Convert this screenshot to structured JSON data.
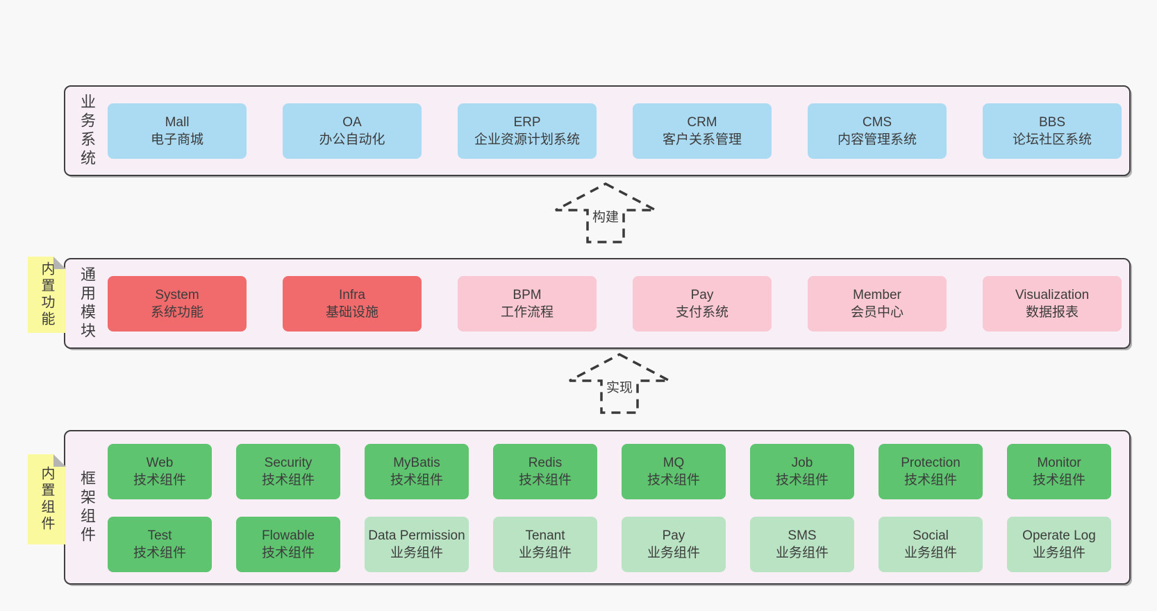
{
  "colors": {
    "page_bg": "#f8f8f8",
    "layer_bg": "#f8eef6",
    "layer_border": "#3f3f3f",
    "text": "#3c3c3c",
    "blue": "#abdbf3",
    "red": "#f16b6d",
    "pink": "#f9c8d2",
    "green": "#5ec46f",
    "light_green": "#b9e3c3",
    "sticky_yellow": "#fbf99e",
    "fold_gray": "#b4b4b4",
    "arrow_stroke": "#3a3a3a"
  },
  "arrows": [
    {
      "label": "构建"
    },
    {
      "label": "实现"
    }
  ],
  "layers": {
    "business": {
      "label": "业务系统",
      "boxes": [
        {
          "name": "Mall",
          "desc": "电子商城"
        },
        {
          "name": "OA",
          "desc": "办公自动化"
        },
        {
          "name": "ERP",
          "desc": "企业资源计划系统"
        },
        {
          "name": "CRM",
          "desc": "客户关系管理"
        },
        {
          "name": "CMS",
          "desc": "内容管理系统"
        },
        {
          "name": "BBS",
          "desc": "论坛社区系统"
        }
      ]
    },
    "modules": {
      "label": "通用模块",
      "sticky": "内置功能",
      "boxes": [
        {
          "name": "System",
          "desc": "系统功能",
          "variant": "red"
        },
        {
          "name": "Infra",
          "desc": "基础设施",
          "variant": "red"
        },
        {
          "name": "BPM",
          "desc": "工作流程",
          "variant": "pink"
        },
        {
          "name": "Pay",
          "desc": "支付系统",
          "variant": "pink"
        },
        {
          "name": "Member",
          "desc": "会员中心",
          "variant": "pink"
        },
        {
          "name": "Visualization",
          "desc": "数据报表",
          "variant": "pink"
        }
      ]
    },
    "components": {
      "label": "框架组件",
      "sticky": "内置组件",
      "row1": [
        {
          "name": "Web",
          "desc": "技术组件",
          "variant": "green"
        },
        {
          "name": "Security",
          "desc": "技术组件",
          "variant": "green"
        },
        {
          "name": "MyBatis",
          "desc": "技术组件",
          "variant": "green"
        },
        {
          "name": "Redis",
          "desc": "技术组件",
          "variant": "green"
        },
        {
          "name": "MQ",
          "desc": "技术组件",
          "variant": "green"
        },
        {
          "name": "Job",
          "desc": "技术组件",
          "variant": "green"
        },
        {
          "name": "Protection",
          "desc": "技术组件",
          "variant": "green"
        },
        {
          "name": "Monitor",
          "desc": "技术组件",
          "variant": "green"
        }
      ],
      "row2": [
        {
          "name": "Test",
          "desc": "技术组件",
          "variant": "green"
        },
        {
          "name": "Flowable",
          "desc": "技术组件",
          "variant": "green"
        },
        {
          "name": "Data Permission",
          "desc": "业务组件",
          "variant": "lightgreen"
        },
        {
          "name": "Tenant",
          "desc": "业务组件",
          "variant": "lightgreen"
        },
        {
          "name": "Pay",
          "desc": "业务组件",
          "variant": "lightgreen"
        },
        {
          "name": "SMS",
          "desc": "业务组件",
          "variant": "lightgreen"
        },
        {
          "name": "Social",
          "desc": "业务组件",
          "variant": "lightgreen"
        },
        {
          "name": "Operate Log",
          "desc": "业务组件",
          "variant": "lightgreen"
        }
      ]
    }
  }
}
